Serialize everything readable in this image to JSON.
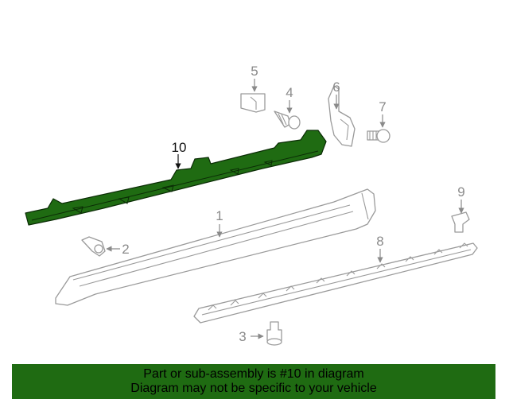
{
  "diagram": {
    "callouts": {
      "c1": "1",
      "c2": "2",
      "c3": "3",
      "c4": "4",
      "c5": "5",
      "c6": "6",
      "c7": "7",
      "c8": "8",
      "c9": "9",
      "c10": "10"
    },
    "highlighted_part": "10"
  },
  "banner": {
    "line1": "Part or sub-assembly is #10 in diagram",
    "line2": "Diagram may not be specific to your vehicle"
  },
  "colors": {
    "banner_bg": "#1f6b12",
    "highlight_fill": "#1f6b12",
    "part_stroke": "#9a9a9a"
  }
}
